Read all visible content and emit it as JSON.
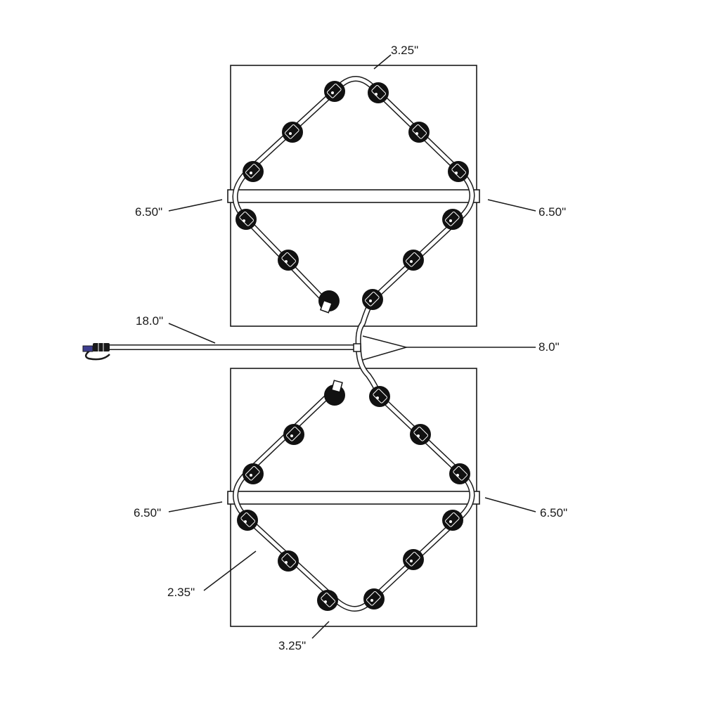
{
  "labels": {
    "top_3_25": "3.25\"",
    "top_left_6_50": "6.50\"",
    "top_right_6_50": "6.50\"",
    "lead_18_0": "18.0\"",
    "split_8_0": "8.0\"",
    "bottom_left_6_50": "6.50\"",
    "bottom_right_6_50": "6.50\"",
    "bottom_2_35": "2.35\"",
    "bottom_3_25": "3.25\""
  },
  "colors": {
    "line": "#1a1a1a",
    "node": "#111111",
    "connector": "#3d3d8f"
  }
}
